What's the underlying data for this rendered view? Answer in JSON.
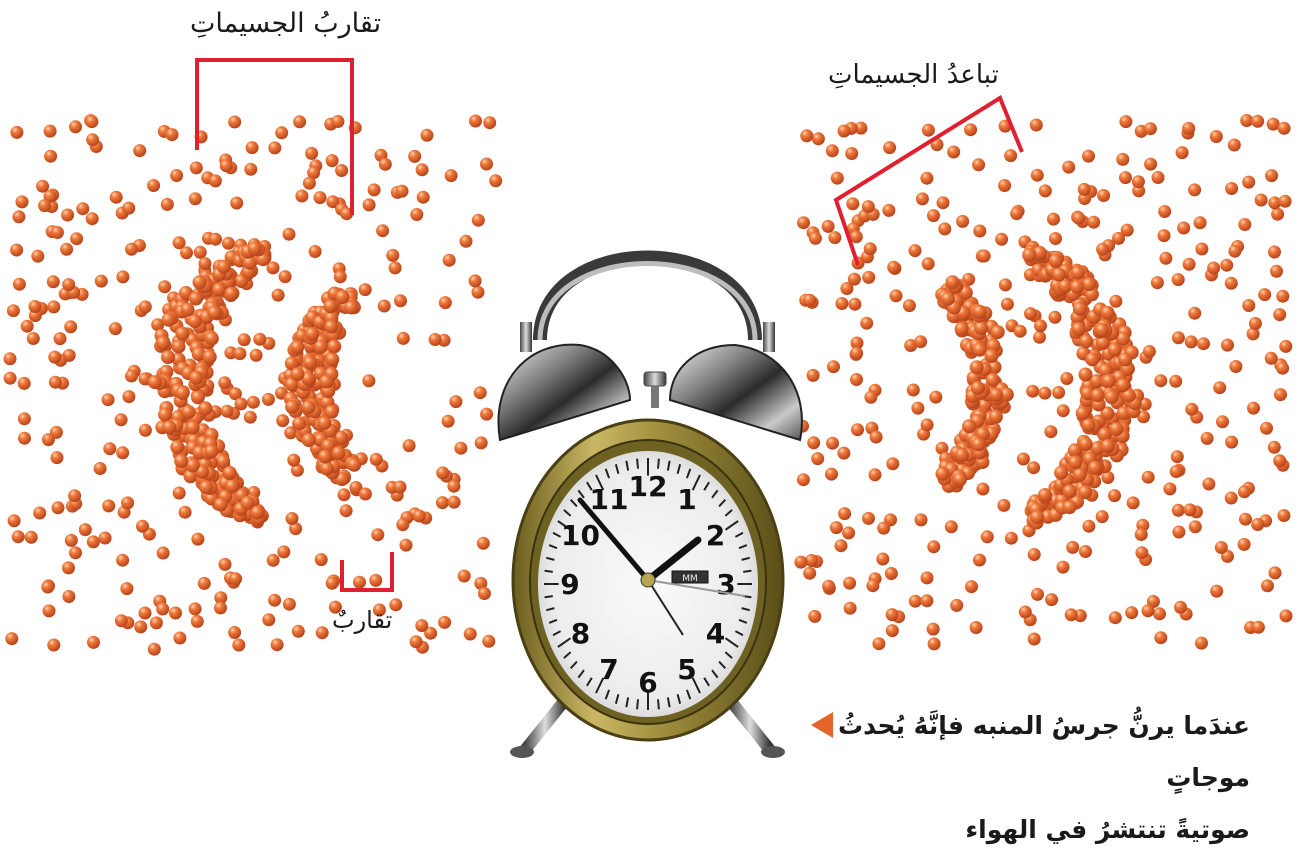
{
  "labels": {
    "compression": "تقاربُ الجسيماتِ",
    "rarefaction": "تباعدُ الجسيماتِ",
    "compression_short": "تقاربٌ"
  },
  "caption": {
    "line1": "عندَما يرنُّ جرسُ المنبه فإنَّهُ يُحدثُ موجاتٍ",
    "line2": "صوتيةً تنتشرُ في الهواء"
  },
  "clock": {
    "numerals": [
      "12",
      "1",
      "2",
      "3",
      "4",
      "5",
      "6",
      "7",
      "8",
      "9",
      "10",
      "11"
    ],
    "brand": "MM"
  },
  "colors": {
    "particle": "#e0672e",
    "bracket": "#e02030",
    "accent_arrow": "#e5642b",
    "clock_body": "#9a8a3a"
  },
  "icons": [
    "alarm-clock-icon",
    "particle-dot-icon",
    "triangle-arrow-icon"
  ]
}
